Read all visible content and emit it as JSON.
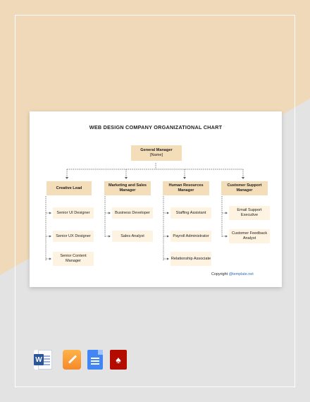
{
  "chart": {
    "title": "WEB DESIGN COMPANY ORGANIZATIONAL CHART",
    "root": {
      "label": "General Manager",
      "sublabel": "[Name]"
    },
    "departments": [
      {
        "label": "Creative Lead",
        "children": [
          "Senior UI Designer",
          "Senior UX Designer",
          "Senior Content Manager"
        ]
      },
      {
        "label": "Marketing and Sales Manager",
        "children": [
          "Business Developer",
          "Sales Analyst"
        ]
      },
      {
        "label": "Human Resources Manager",
        "children": [
          "Staffing Assistant",
          "Payroll Administrator",
          "Relationship Associate"
        ]
      },
      {
        "label": "Customer Support Manager",
        "children": [
          "Email Support Executive",
          "Customer Feedback Analyst"
        ]
      }
    ]
  },
  "footer": {
    "copyright": "Copyright ",
    "link": "@template.net"
  },
  "formats": [
    {
      "name": "word-icon",
      "badge": "W"
    },
    {
      "name": "pages-icon"
    },
    {
      "name": "google-docs-icon"
    },
    {
      "name": "pdf-icon",
      "symbol": "♠"
    }
  ],
  "colors": {
    "node_head": "#f4ddb9",
    "node_sub": "#fdf3e0",
    "beige_bg": "#efd9b9",
    "grey_bg": "#e3e3e3"
  }
}
